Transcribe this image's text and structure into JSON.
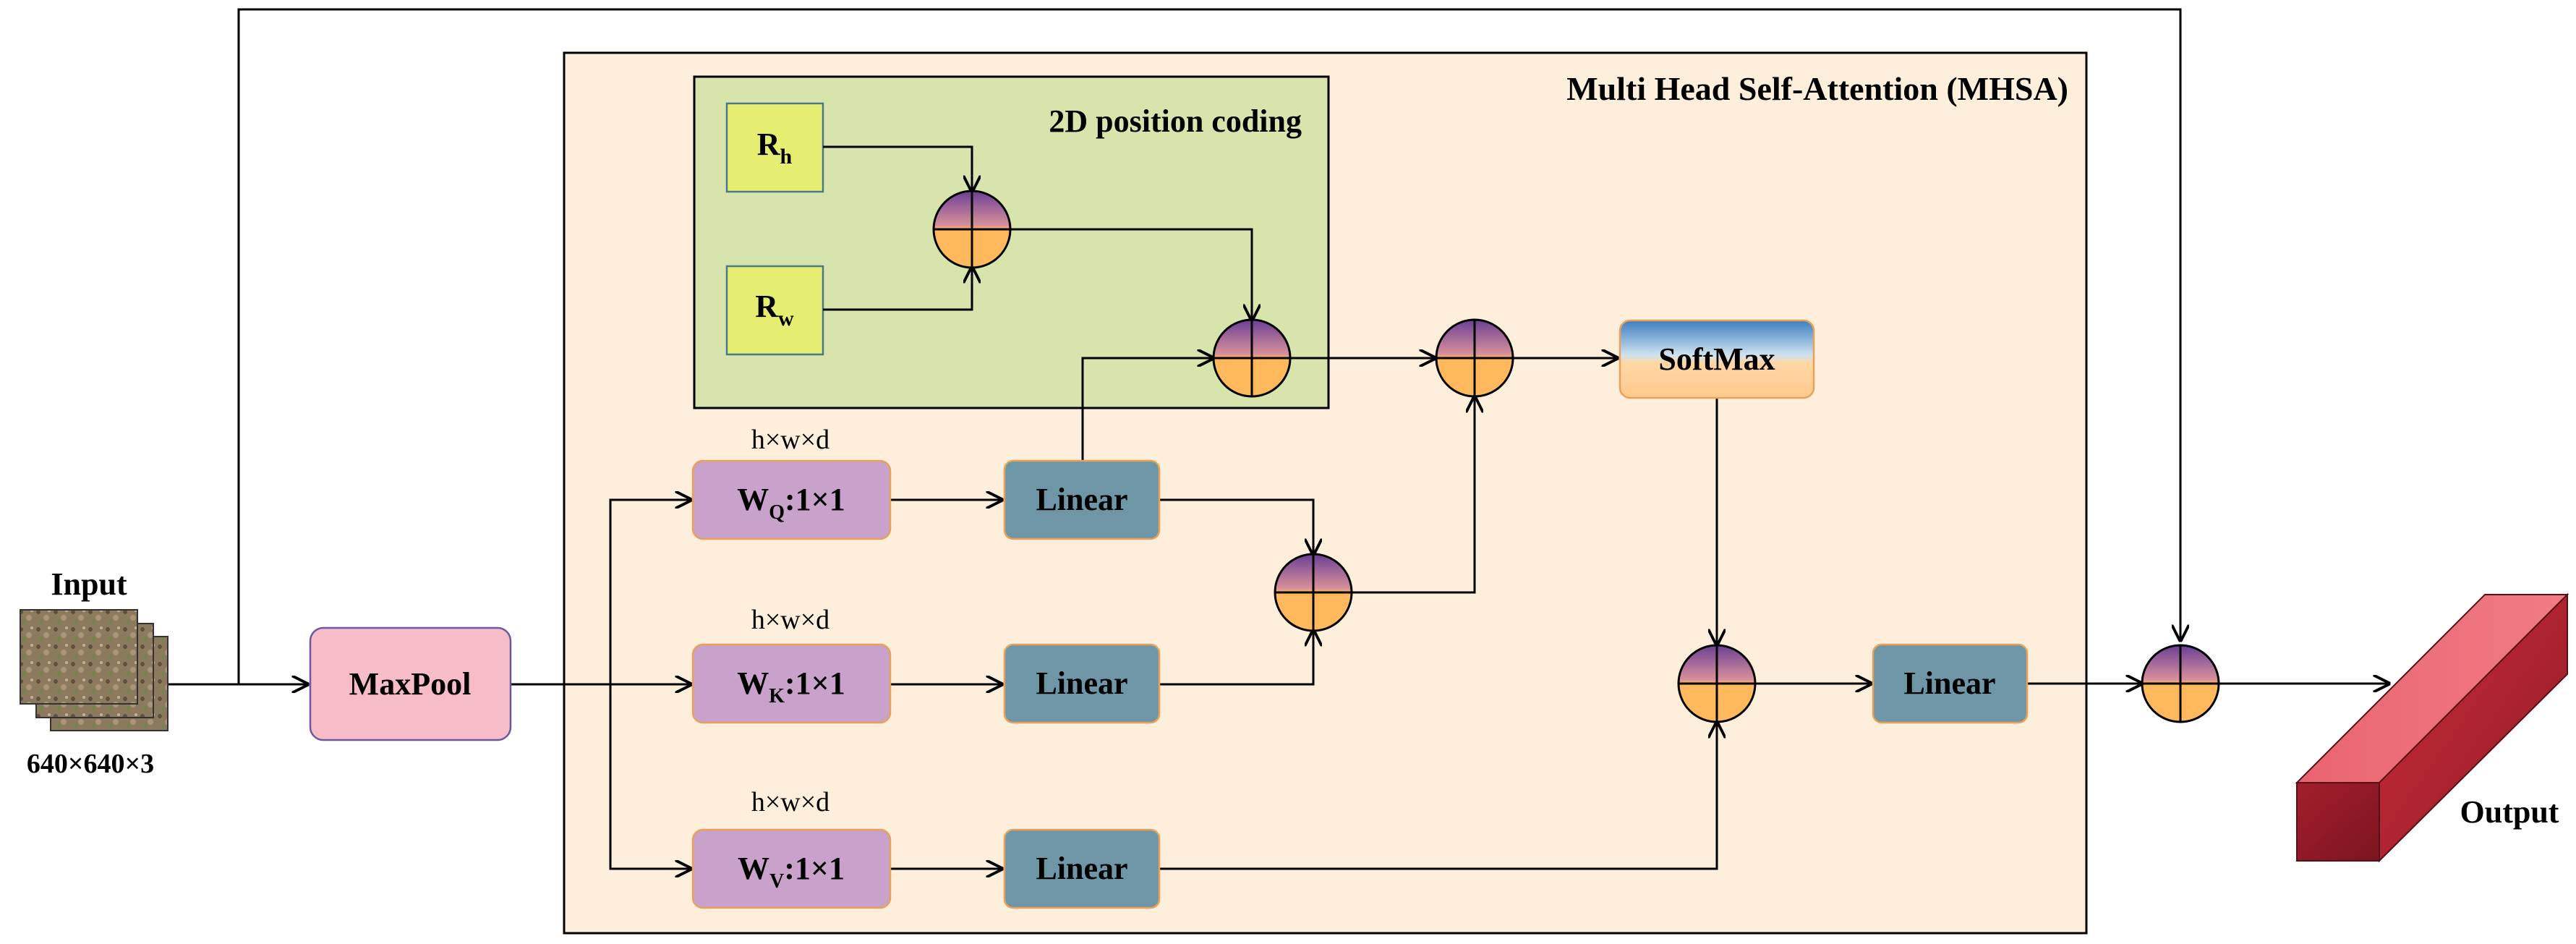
{
  "input": {
    "title": "Input",
    "size": "640×640×3"
  },
  "maxpool": "MaxPool",
  "mhsa_title": "Multi Head Self-Attention (MHSA)",
  "position": {
    "title": "2D position coding",
    "rh": {
      "base": "R",
      "sub": "h"
    },
    "rw": {
      "base": "R",
      "sub": "w"
    }
  },
  "dims_label": "h×w×d",
  "q": {
    "base": "W",
    "sub": "Q",
    "rest": ":1×1"
  },
  "k": {
    "base": "W",
    "sub": "K",
    "rest": ":1×1"
  },
  "v": {
    "base": "W",
    "sub": "V",
    "rest": ":1×1"
  },
  "linear": "Linear",
  "softmax": "SoftMax",
  "output": "Output",
  "colors": {
    "mhsa_bg": "#FEEEDC",
    "position_bg": "#D7E4AC",
    "r_box": "#E6EE72",
    "w_box": "#C9A2CB",
    "linear_box": "#6E96A6",
    "maxpool_box": "#F6BCC8",
    "softmax_top": "#3D7EC0",
    "softmax_bottom": "#FFC98D",
    "circle_top": "#7A4E9B",
    "circle_bottom": "#FFB85C",
    "output_block": "#C9303B"
  }
}
